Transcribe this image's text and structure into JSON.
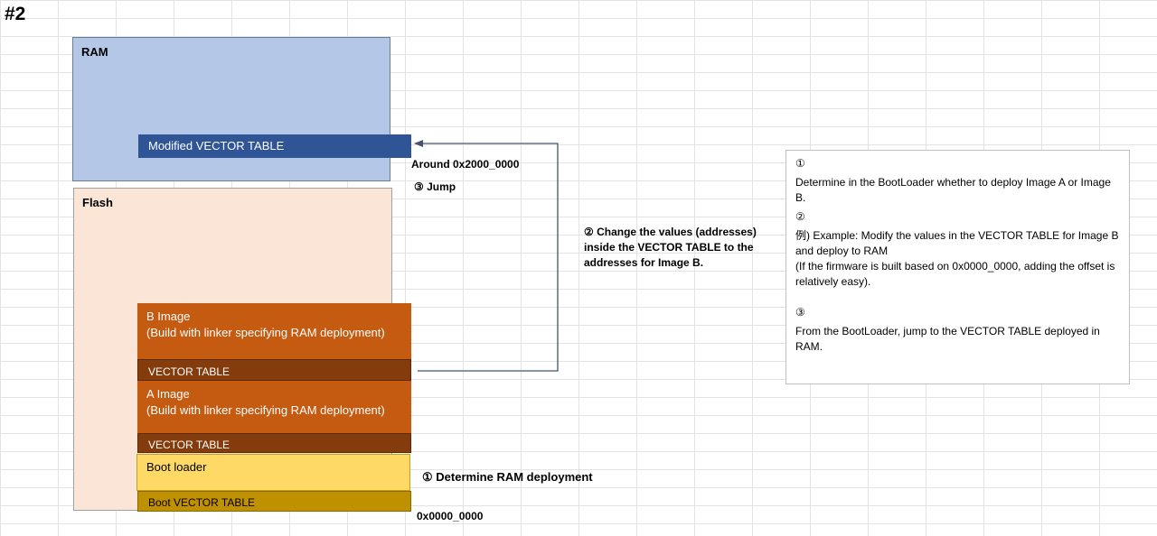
{
  "sheet": {
    "title": "#2"
  },
  "ram": {
    "label": "RAM",
    "vector_table": "Modified VECTOR TABLE"
  },
  "flash": {
    "label": "Flash",
    "b_image": {
      "title": "B Image",
      "subtitle": "(Build with linker specifying RAM deployment)",
      "vector_table": "VECTOR TABLE"
    },
    "a_image": {
      "title": "A Image",
      "subtitle": "(Build with linker specifying RAM deployment)",
      "vector_table": "VECTOR TABLE"
    },
    "boot_loader": {
      "title": "Boot loader",
      "vector_table": "Boot  VECTOR TABLE"
    }
  },
  "annotations": {
    "around_addr": "Around 0x2000_0000",
    "jump": "③ Jump",
    "change_values": [
      "② Change the values (addresses)",
      "inside the VECTOR TABLE  to the",
      "addresses for Image B."
    ],
    "determine_ram": "① Determine RAM deployment",
    "base_addr": "0x0000_0000"
  },
  "notes": {
    "step1_marker": "①",
    "step1_text": "Determine in the BootLoader whether to deploy Image A or Image B.",
    "step2_marker": "②",
    "step2_text": "例) Example: Modify the values in the VECTOR TABLE for Image B and deploy to RAM",
    "step2_note": "(If the firmware is built based on 0x0000_0000,  adding the offset is relatively easy).",
    "step3_marker": "③",
    "step3_text": "From the BootLoader, jump to the VECTOR TABLE deployed in RAM."
  },
  "colors": {
    "ram_fill": "#b4c7e7",
    "flash_fill": "#fbe5d6",
    "modified_vt": "#2f5597",
    "image_fill": "#c55a11",
    "image_vt": "#843c0c",
    "boot_fill": "#ffd966",
    "boot_vt": "#bf9000",
    "arrow": "#44546a"
  }
}
